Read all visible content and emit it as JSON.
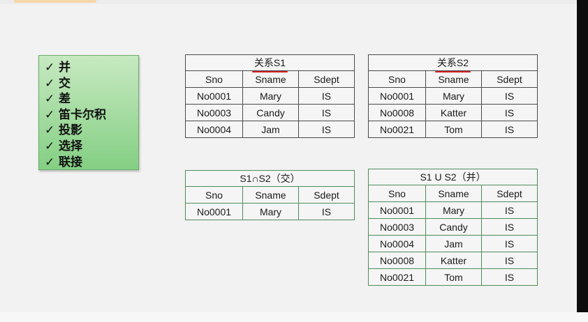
{
  "legend": {
    "check": "✓",
    "items": [
      "并",
      "交",
      "差",
      "笛卡尔积",
      "投影",
      "选择",
      "联接"
    ]
  },
  "columns": [
    "Sno",
    "Sname",
    "Sdept"
  ],
  "s1": {
    "title": "关系S1",
    "rows": [
      [
        "No0001",
        "Mary",
        "IS"
      ],
      [
        "No0003",
        "Candy",
        "IS"
      ],
      [
        "No0004",
        "Jam",
        "IS"
      ]
    ]
  },
  "s2": {
    "title": "关系S2",
    "rows": [
      [
        "No0001",
        "Mary",
        "IS"
      ],
      [
        "No0008",
        "Katter",
        "IS"
      ],
      [
        "No0021",
        "Tom",
        "IS"
      ]
    ]
  },
  "intersection": {
    "title": "S1∩S2（交）",
    "rows": [
      [
        "No0001",
        "Mary",
        "IS"
      ]
    ]
  },
  "union": {
    "title": "S1 U S2（并）",
    "rows": [
      [
        "No0001",
        "Mary",
        "IS"
      ],
      [
        "No0003",
        "Candy",
        "IS"
      ],
      [
        "No0004",
        "Jam",
        "IS"
      ],
      [
        "No0008",
        "Katter",
        "IS"
      ],
      [
        "No0021",
        "Tom",
        "IS"
      ]
    ]
  },
  "colors": {
    "underline": "#d42020",
    "green_border": "#4f8a5c",
    "legend_fill": "#84cf83"
  }
}
